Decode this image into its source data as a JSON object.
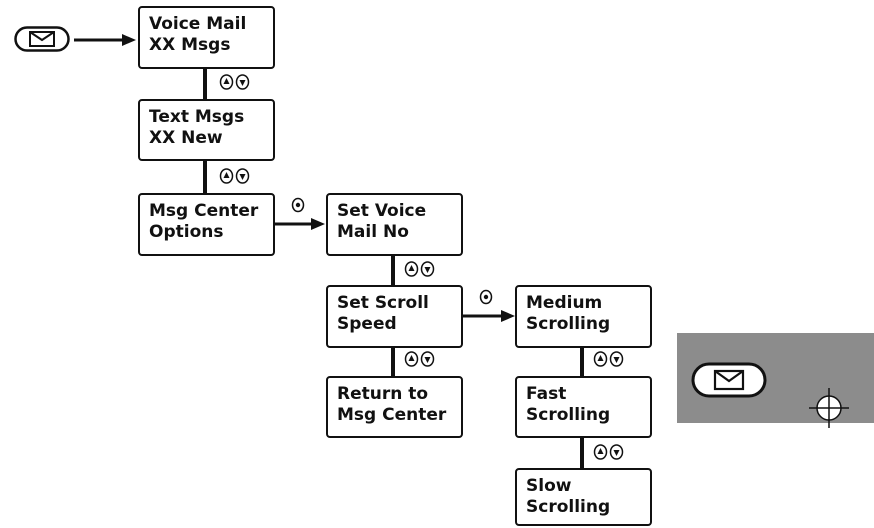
{
  "menu": {
    "voice_mail": [
      "Voice Mail",
      "XX Msgs"
    ],
    "text_msgs": [
      "Text Msgs",
      "XX New"
    ],
    "msg_center_options": [
      "Msg Center",
      "Options"
    ],
    "set_voice_mail_no": [
      "Set Voice",
      "Mail No"
    ],
    "set_scroll_speed": [
      "Set Scroll",
      "Speed"
    ],
    "return_to_msg_center": [
      "Return to",
      "Msg Center"
    ],
    "medium_scrolling": [
      "Medium",
      "Scrolling"
    ],
    "fast_scrolling": [
      "Fast",
      "Scrolling"
    ],
    "slow_scrolling": [
      "Slow",
      "Scrolling"
    ]
  },
  "icons": {
    "message_key": "envelope-icon",
    "scroll_keys": "up-down-arrow-icon",
    "select_key": "select-icon",
    "crosshair": "crosshair-icon"
  },
  "colors": {
    "line": "#111111",
    "panel": "#8c8c8c"
  }
}
